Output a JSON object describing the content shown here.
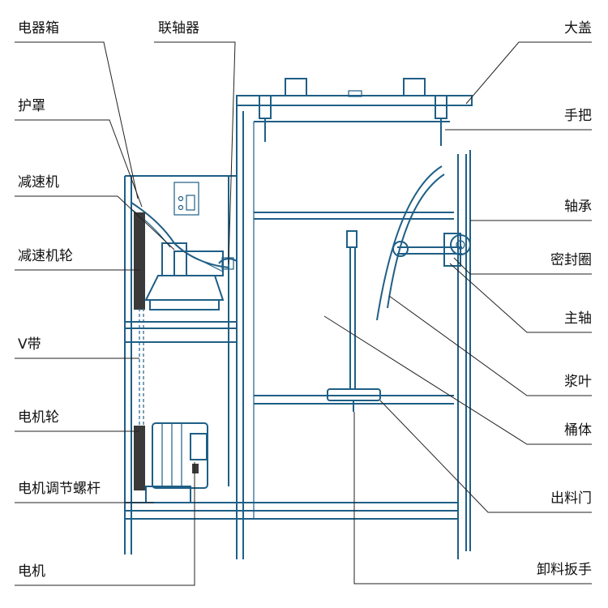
{
  "labels_left": [
    "电器箱",
    "护罩",
    "减速机",
    "减速机轮",
    "V带",
    "电机轮",
    "电机调节螺杆",
    "电机"
  ],
  "label_top": "联轴器",
  "labels_right": [
    "大盖",
    "手把",
    "轴承",
    "密封圈",
    "主轴",
    "浆叶",
    "桶体",
    "出料门",
    "卸料扳手"
  ],
  "colors": {
    "line": "#1f5f86",
    "leader": "#222222",
    "text": "#111111"
  },
  "icons": [
    "electric-box",
    "belt-guard",
    "reducer",
    "motor",
    "mixer-tank",
    "paddle",
    "discharge-door"
  ]
}
